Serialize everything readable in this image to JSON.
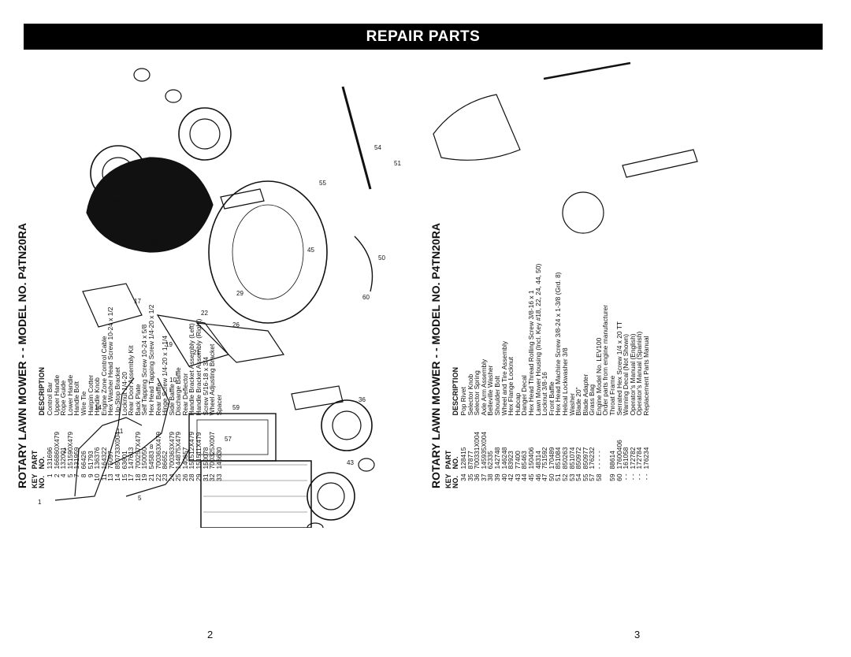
{
  "banner": "REPAIR PARTS",
  "model_title": "ROTARY LAWN MOWER - - MODEL NO. P4TN20RA",
  "headers": {
    "key": "KEY",
    "no": "NO.",
    "part": "PART",
    "description": "DESCRIPTION"
  },
  "page_left": "2",
  "page_right": "3",
  "parts_left": [
    {
      "key": "1",
      "part": "131696",
      "desc": "Control Bar"
    },
    {
      "key": "2",
      "part": "166860X479",
      "desc": "Upper Handle"
    },
    {
      "key": "4",
      "part": "132001",
      "desc": "Rope Guide"
    },
    {
      "key": "5",
      "part": "151590X479",
      "desc": "Lower Handle"
    },
    {
      "key": "7",
      "part": "131959",
      "desc": "Handle Bolt"
    },
    {
      "key": "8",
      "part": "66426",
      "desc": "Wire Tie"
    },
    {
      "key": "9",
      "part": "51793",
      "desc": "Hairpin Cotter"
    },
    {
      "key": "10",
      "part": "136376",
      "desc": "Handle Knob"
    },
    {
      "key": "11",
      "part": "164322",
      "desc": "Engine Zone Control Cable"
    },
    {
      "key": "13",
      "part": "75097",
      "desc": "Hex Washer Head Screw 10-24 x 1/2"
    },
    {
      "key": "14",
      "part": "850733X004",
      "desc": "Up-Stop Bracket"
    },
    {
      "key": "15",
      "part": "63601",
      "desc": "Locknut 1/4-20"
    },
    {
      "key": "17",
      "part": "147613",
      "desc": "Rear Door Assembly Kit"
    },
    {
      "key": "18",
      "part": "700257X479",
      "desc": "Back Plate"
    },
    {
      "key": "19",
      "part": "150050",
      "desc": "Self Tapping Screw 10-24 x 5/8"
    },
    {
      "key": "21",
      "part": "54583",
      "desc": "Hex Head Tapping Screw 1/4-20 x 1/2"
    },
    {
      "key": "22",
      "part": "700363X479",
      "desc": "Rear Baffle"
    },
    {
      "key": "23",
      "part": "86652",
      "desc": "Hinge Screw 1/4-20 x 1-1/4"
    },
    {
      "key": "24",
      "part": "700363X479",
      "desc": "Side Baffle"
    },
    {
      "key": "25",
      "part": "144875X479",
      "desc": "Discharge Baffle"
    },
    {
      "key": "26",
      "part": "140657",
      "desc": "Rear Deflector"
    },
    {
      "key": "28",
      "part": "151512X479",
      "desc": "Handle Bracket Assembly (Left)"
    },
    {
      "key": "29",
      "part": "151511X479",
      "desc": "Handle Bracket Assembly (Right)"
    },
    {
      "key": "31",
      "part": "150078",
      "desc": "Screw 5/16-18 x 3/4"
    },
    {
      "key": "32",
      "part": "700325X007",
      "desc": "Wheel Adjusting Bracket"
    },
    {
      "key": "33",
      "part": "146630",
      "desc": "Spacer"
    }
  ],
  "parts_right": [
    {
      "key": "34",
      "part": "128415",
      "desc": "Pop Rivet"
    },
    {
      "key": "35",
      "part": "87877",
      "desc": "Selector Knob"
    },
    {
      "key": "36",
      "part": "700331X004",
      "desc": "Selector Spring"
    },
    {
      "key": "37",
      "part": "145935X004",
      "desc": "Axle Arm Assembly"
    },
    {
      "key": "38",
      "part": "62335",
      "desc": "Belleville Washer"
    },
    {
      "key": "39",
      "part": "142748",
      "desc": "Shoulder Bolt"
    },
    {
      "key": "40",
      "part": "146248",
      "desc": "Wheel and Tire Assembly"
    },
    {
      "key": "42",
      "part": "83923",
      "desc": "Hex Flange Locknut"
    },
    {
      "key": "43",
      "part": "77400",
      "desc": "Hubcap"
    },
    {
      "key": "44",
      "part": "85463",
      "desc": "Danger Decal"
    },
    {
      "key": "45",
      "part": "150406",
      "desc": "Hex Head Thread Rolling Screw 3/8-16 x 1"
    },
    {
      "key": "46",
      "part": "48314",
      "desc": "Lawn Mower Housing (Incl. Key #18, 22, 24, 44, 50)"
    },
    {
      "key": "47",
      "part": "751592",
      "desc": "Locknut 3/8-16"
    },
    {
      "key": "50",
      "part": "170489",
      "desc": "Front Baffle"
    },
    {
      "key": "51",
      "part": "851084",
      "desc": "Hex Head Machine Screw 3/8-24 x 1-3/8 (Grd. 8)"
    },
    {
      "key": "52",
      "part": "850263",
      "desc": "Helical Lockwasher 3/8"
    },
    {
      "key": "53",
      "part": "851074",
      "desc": "Washer"
    },
    {
      "key": "54",
      "part": "850972",
      "desc": "Blade 20\""
    },
    {
      "key": "55",
      "part": "850977",
      "desc": "Blade Adapter"
    },
    {
      "key": "57",
      "part": "176232",
      "desc": "Grass Bag"
    },
    {
      "key": "58",
      "part": "- - - - -",
      "desc": "Engine Model No. LEV100"
    },
    {
      "key": "",
      "part": "",
      "desc": "Order parts from engine manufacturer"
    },
    {
      "key": "59",
      "part": "88614",
      "desc": "Throat Frame"
    },
    {
      "key": "60",
      "part": "17600406",
      "desc": "Serrated Hex Screw 1/4 x 20 TT"
    },
    {
      "key": "- -",
      "part": "161058",
      "desc": "Warning Decal (Not Shown)"
    },
    {
      "key": "- -",
      "part": "172782",
      "desc": "Operator's Manual (English)"
    },
    {
      "key": "- -",
      "part": "172784",
      "desc": "Operator's Manual (Spanish)"
    },
    {
      "key": "- -",
      "part": "176234",
      "desc": "Replacement Parts Manual"
    }
  ]
}
